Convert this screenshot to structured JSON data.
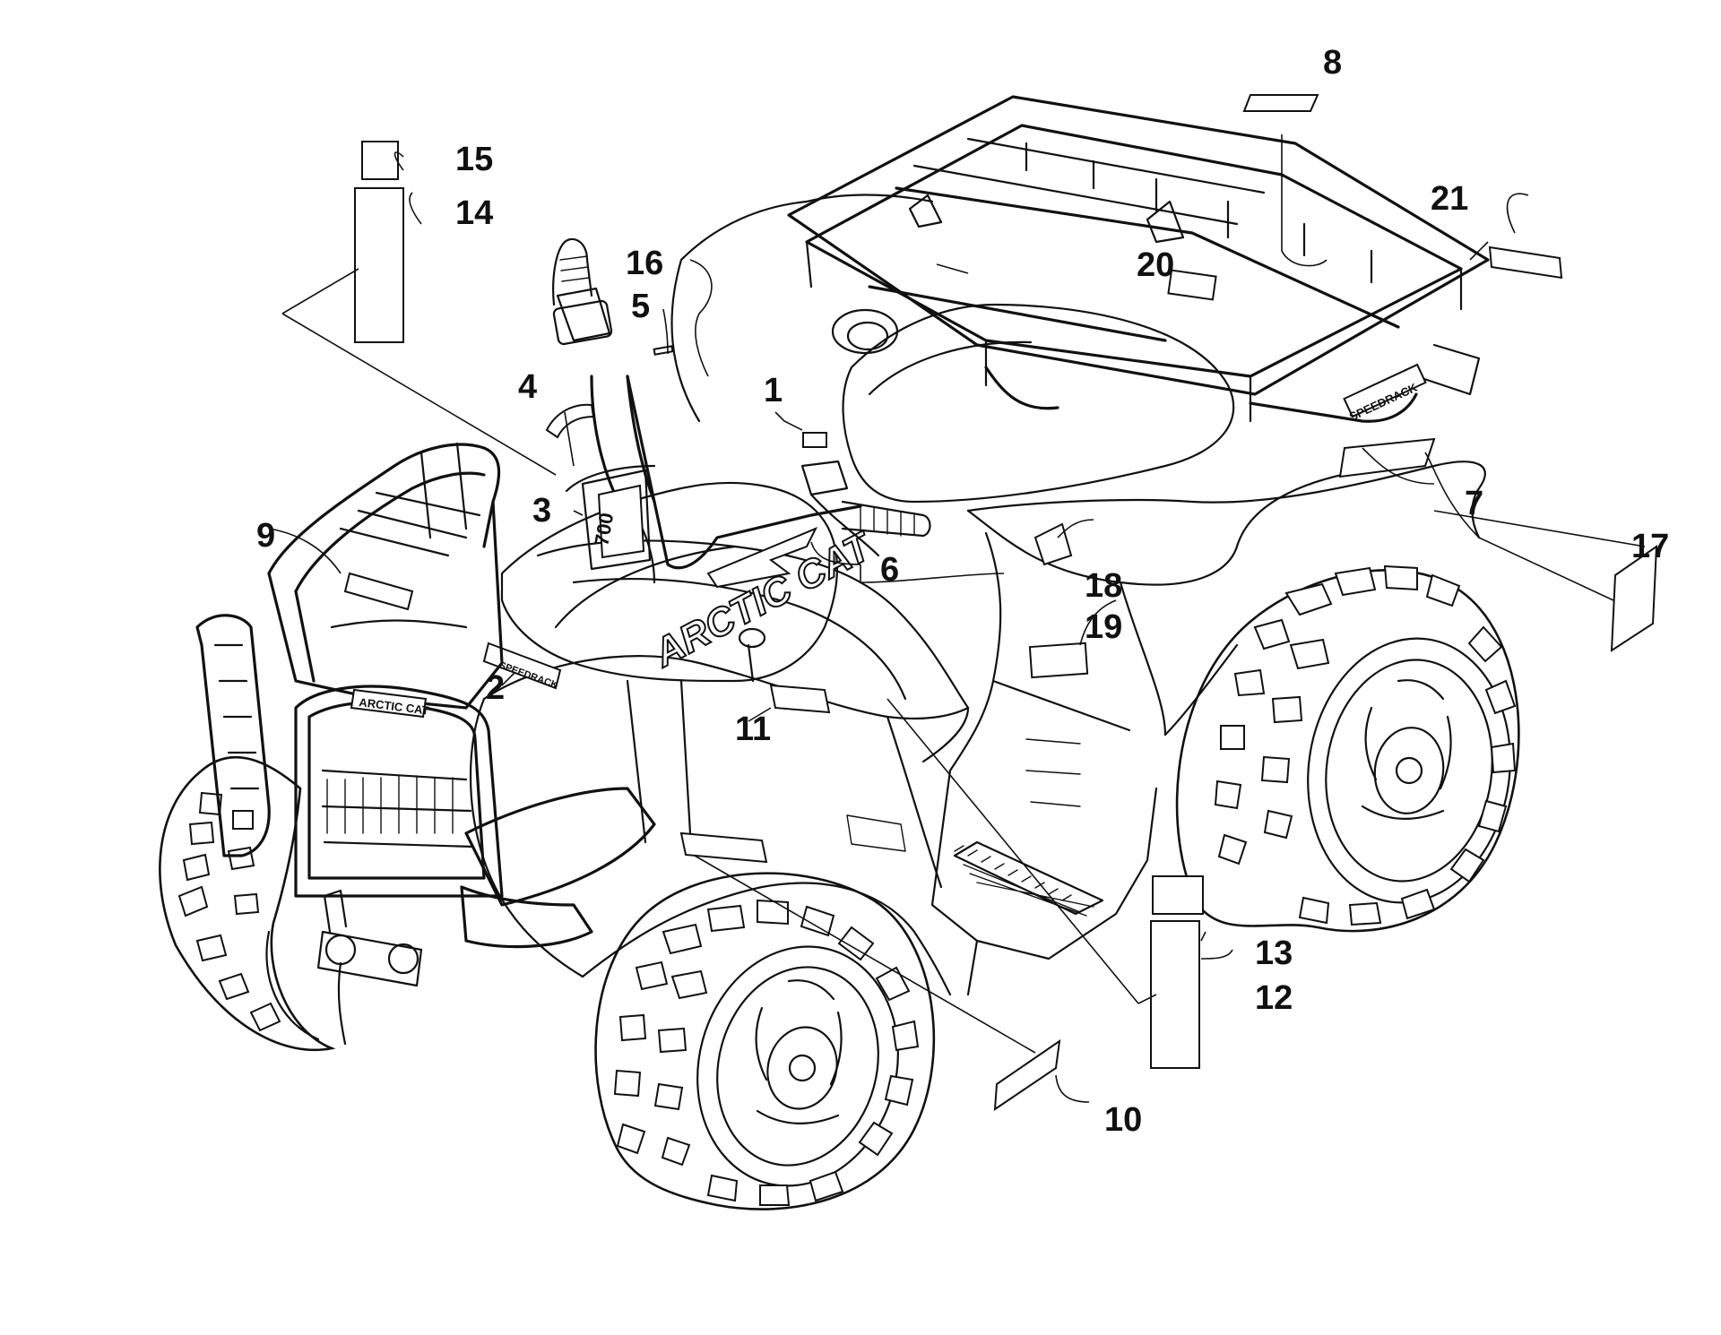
{
  "brand": {
    "tank_logo": "ARCTIC CAT",
    "bumper_logo": "ARCTIC CAT",
    "rack_logo": "SPEEDRACK",
    "console_model": "700"
  },
  "callouts": [
    "1",
    "2",
    "3",
    "4",
    "5",
    "6",
    "7",
    "8",
    "9",
    "10",
    "11",
    "12",
    "13",
    "14",
    "15",
    "16",
    "17",
    "18",
    "19",
    "20",
    "21"
  ]
}
